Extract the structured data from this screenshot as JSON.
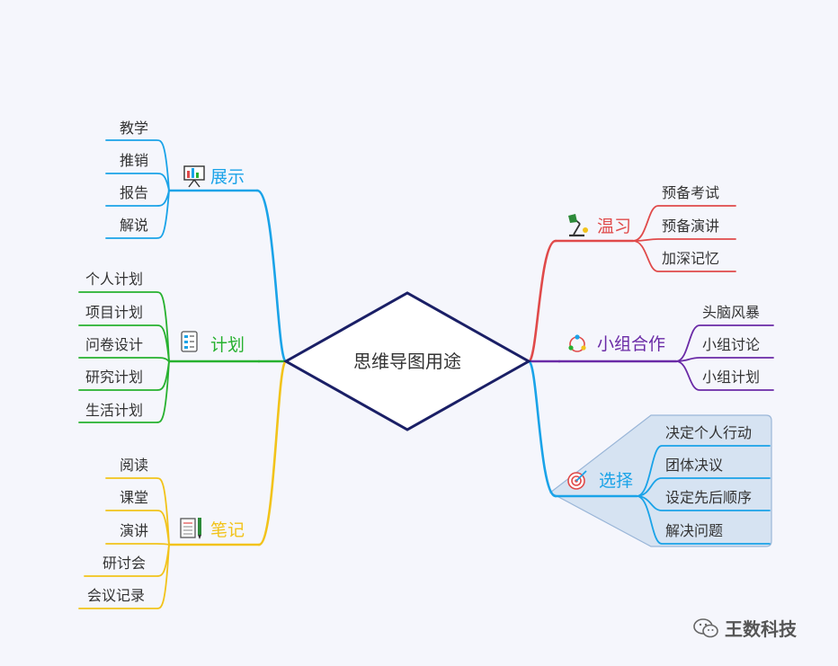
{
  "center": {
    "label": "思维导图用途",
    "color": "#1a1f66"
  },
  "branches": [
    {
      "key": "zhanshi",
      "label": "展示",
      "color": "#1aa3e8",
      "icon": "presentation-board-icon",
      "leaves": [
        "教学",
        "推销",
        "报告",
        "解说"
      ]
    },
    {
      "key": "jihua",
      "label": "计划",
      "color": "#27b12f",
      "icon": "checklist-icon",
      "leaves": [
        "个人计划",
        "项目计划",
        "问卷设计",
        "研究计划",
        "生活计划"
      ]
    },
    {
      "key": "biji",
      "label": "笔记",
      "color": "#f2c31a",
      "icon": "notebook-pen-icon",
      "leaves": [
        "阅读",
        "课堂",
        "演讲",
        "研讨会",
        "会议记录"
      ]
    },
    {
      "key": "wenxi",
      "label": "温习",
      "color": "#e04a4a",
      "icon": "desk-lamp-icon",
      "leaves": [
        "预备考试",
        "预备演讲",
        "加深记忆"
      ]
    },
    {
      "key": "xiaozu",
      "label": "小组合作",
      "color": "#6a2aa6",
      "icon": "team-cycle-icon",
      "leaves": [
        "头脑风暴",
        "小组讨论",
        "小组计划"
      ]
    },
    {
      "key": "xuanze",
      "label": "选择",
      "color": "#1aa3e8",
      "icon": "target-icon",
      "leaves": [
        "决定个人行动",
        "团体决议",
        "设定先后顺序",
        "解决问题"
      ]
    }
  ],
  "watermark": {
    "label": "王数科技",
    "icon": "wechat-icon"
  }
}
